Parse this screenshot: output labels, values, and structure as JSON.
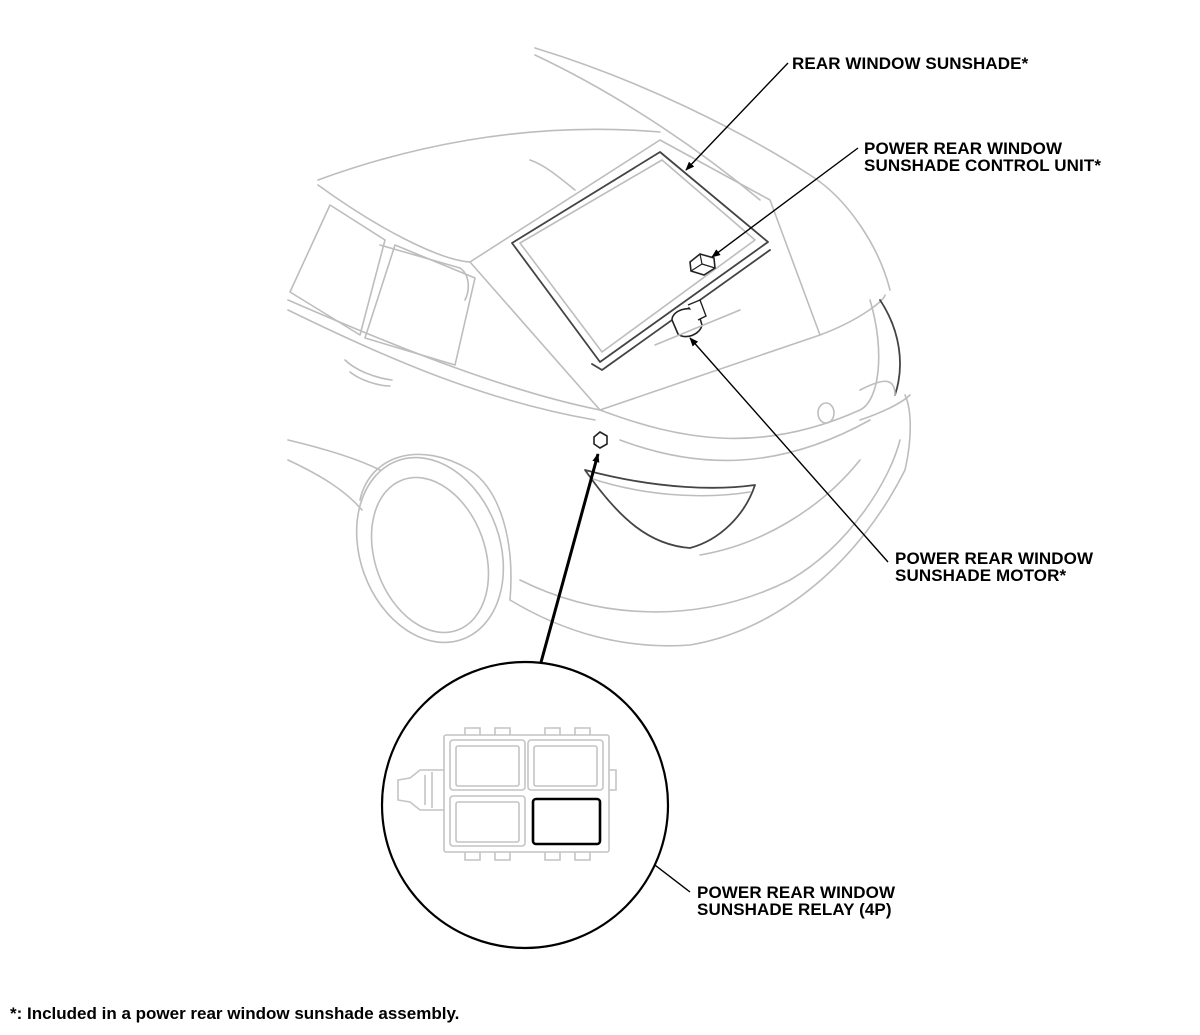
{
  "labels": {
    "rear_window_sunshade": "REAR WINDOW SUNSHADE*",
    "control_unit": [
      "POWER REAR WINDOW",
      "SUNSHADE CONTROL UNIT*"
    ],
    "motor": [
      "POWER REAR WINDOW",
      "SUNSHADE MOTOR*"
    ],
    "relay": [
      "POWER REAR WINDOW",
      "SUNSHADE RELAY (4P)"
    ]
  },
  "footnote": "*: Included in a power rear window sunshade assembly."
}
